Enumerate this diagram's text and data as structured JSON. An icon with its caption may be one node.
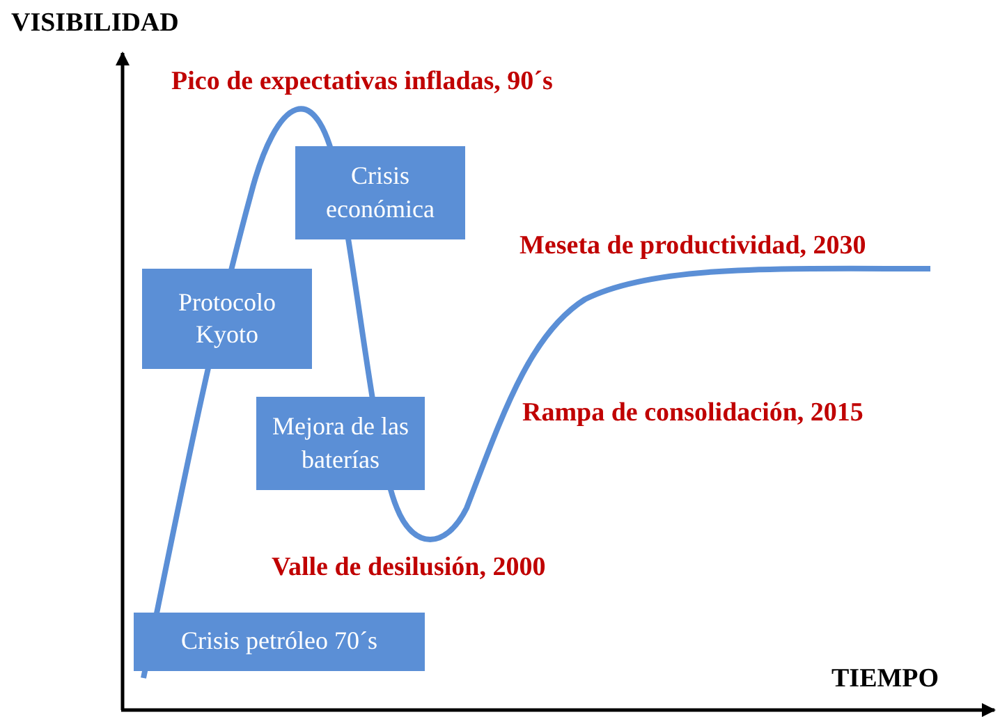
{
  "diagram": {
    "nodes": [
      {
        "text": [
          "Crisis económica"
        ]
      },
      {
        "text": [
          "Protocolo Kyoto"
        ]
      },
      {
        "text": [
          "Mejora de las baterías"
        ]
      },
      {
        "text": [
          "Crisis petróleo 70´s"
        ]
      }
    ],
    "labels": [
      "VISIBILIDAD",
      "Pico de expectativas infladas, 90´s",
      "Meseta de productividad, 2030",
      "Rampa de consolidación, 2015",
      "Valle de desilusión, 2000",
      "TIEMPO"
    ]
  }
}
